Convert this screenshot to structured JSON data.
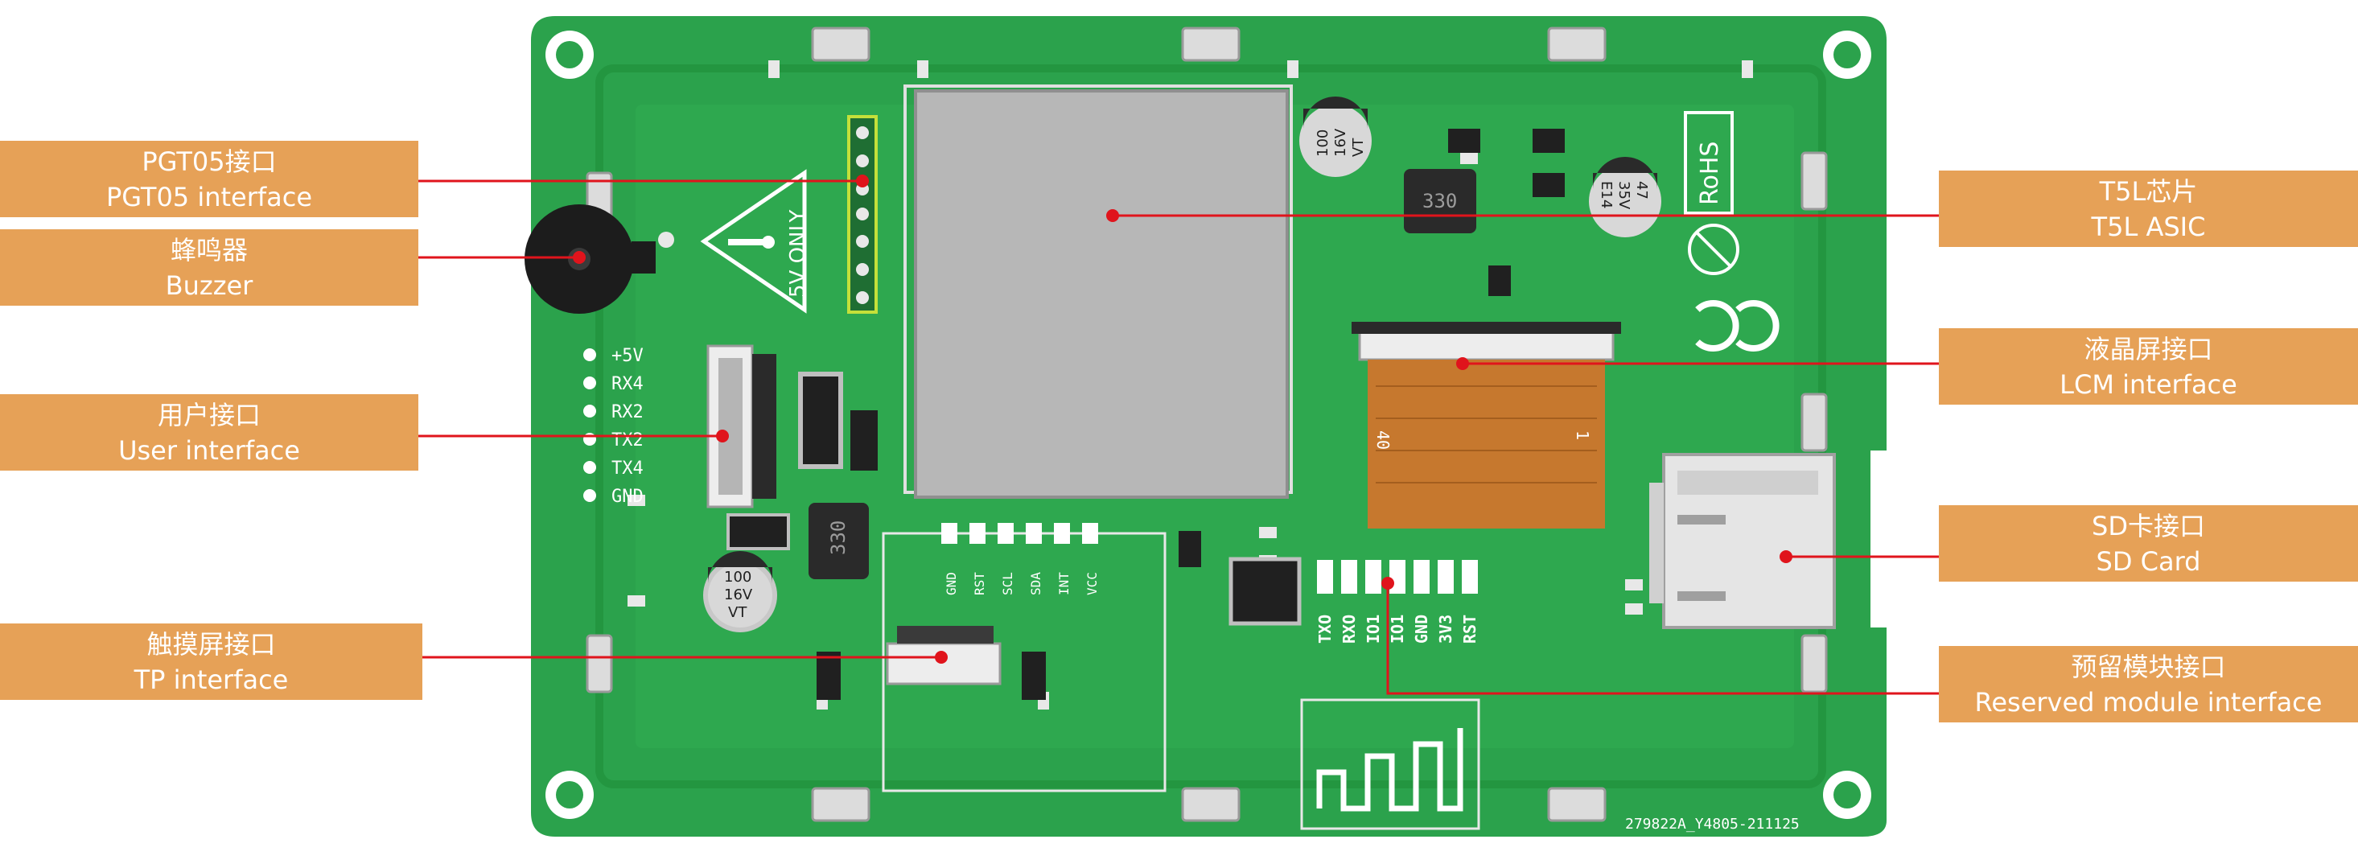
{
  "callouts": {
    "pgt05": {
      "zh": "PGT05接口",
      "en": "PGT05 interface"
    },
    "buzzer": {
      "zh": "蜂鸣器",
      "en": "Buzzer"
    },
    "user": {
      "zh": "用户接口",
      "en": "User interface"
    },
    "tp": {
      "zh": "触摸屏接口",
      "en": "TP interface"
    },
    "asic": {
      "zh": "T5L芯片",
      "en": "T5L ASIC"
    },
    "lcm": {
      "zh": "液晶屏接口",
      "en": "LCM interface"
    },
    "sd": {
      "zh": "SD卡接口",
      "en": "SD Card"
    },
    "reserved": {
      "zh": "预留模块接口",
      "en": "Reserved module interface"
    }
  },
  "silkscreen": {
    "user_pins": [
      "+5V",
      "RX4",
      "RX2",
      "TX2",
      "TX4",
      "GND"
    ],
    "tp_pins": [
      "GND",
      "RST",
      "SCL",
      "SDA",
      "INT",
      "VCC"
    ],
    "reserved_pins": [
      "TXO",
      "RXO",
      "IO1",
      "IO1",
      "GND",
      "3V3",
      "RST"
    ],
    "warning": "5V ONLY",
    "rohs": "RoHS",
    "serial": "279822A_Y4805-211125",
    "fpc_pin_start": "40",
    "fpc_pin_end": "1"
  },
  "components": {
    "cap_left": [
      "100",
      "16V",
      "VT"
    ],
    "cap_top": [
      "100",
      "16V",
      "VT"
    ],
    "cap_right": [
      "47",
      "35V",
      "E14"
    ],
    "inductor_left": "330",
    "inductor_right": "330"
  },
  "colors": {
    "pcb": "#2BA24C",
    "pcb_dark": "#22913F",
    "callout": "#E6A157",
    "leader": "#E0141C",
    "chip": "#B7B7B7",
    "fpc": "#C6782E"
  }
}
